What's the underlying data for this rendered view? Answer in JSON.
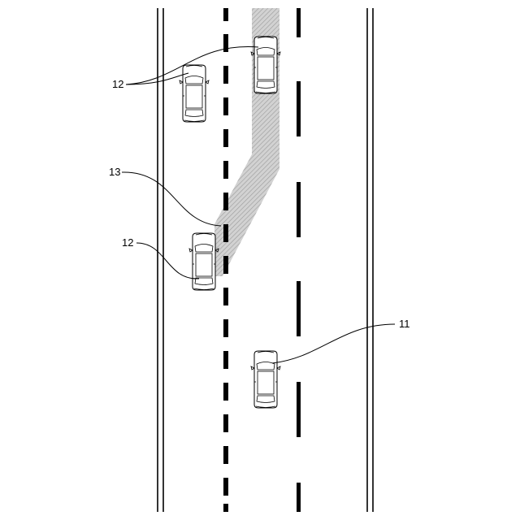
{
  "diagram": {
    "labels": {
      "own_vehicle": "11",
      "other_vehicle_top": "12",
      "other_vehicle_middle": "12",
      "trajectory": "13"
    }
  }
}
